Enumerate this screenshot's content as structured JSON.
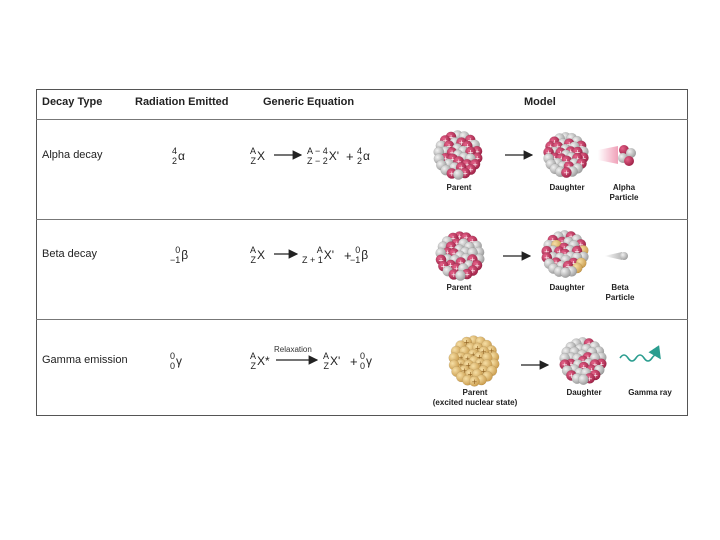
{
  "headers": {
    "decay_type": "Decay Type",
    "radiation": "Radiation Emitted",
    "equation": "Generic Equation",
    "model": "Model"
  },
  "rows": [
    {
      "label": "Alpha decay",
      "radiation": {
        "top": "4",
        "bottom": "2",
        "symbol": "α"
      },
      "parent": {
        "top": "A",
        "bottom": "Z",
        "el": "X"
      },
      "product": {
        "top": "A − 4",
        "bottom": "Z − 2",
        "el": "X'"
      },
      "emitted": {
        "top": "4",
        "bottom": "2",
        "el": "α"
      },
      "captions": {
        "left": "Parent",
        "mid": "Daughter",
        "right_1": "Alpha",
        "right_2": "Particle"
      }
    },
    {
      "label": "Beta decay",
      "radiation": {
        "top": "0",
        "bottom": "−1",
        "symbol": "β"
      },
      "parent": {
        "top": "A",
        "bottom": "Z",
        "el": "X"
      },
      "product": {
        "top": "A",
        "bottom": "Z + 1",
        "el": "X'"
      },
      "emitted": {
        "top": "0",
        "bottom": "−1",
        "el": "β"
      },
      "captions": {
        "left": "Parent",
        "mid": "Daughter",
        "right_1": "Beta",
        "right_2": "Particle"
      }
    },
    {
      "label": "Gamma emission",
      "radiation": {
        "top": "0",
        "bottom": "0",
        "symbol": "γ"
      },
      "parent": {
        "top": "A",
        "bottom": "Z",
        "el": "X*"
      },
      "arrow_label": "Relaxation",
      "product": {
        "top": "A",
        "bottom": "Z",
        "el": "X'"
      },
      "emitted": {
        "top": "0",
        "bottom": "0",
        "el": "γ"
      },
      "captions": {
        "left_1": "Parent",
        "left_2": "(excited nuclear state)",
        "mid": "Daughter",
        "right_1": "Gamma ray"
      }
    }
  ],
  "plus_sign": "+",
  "colors": {
    "proton": "#c8325a",
    "neutron": "#c8c8c8",
    "excited": "#e6c27a",
    "gamma": "#2a9d8f"
  }
}
